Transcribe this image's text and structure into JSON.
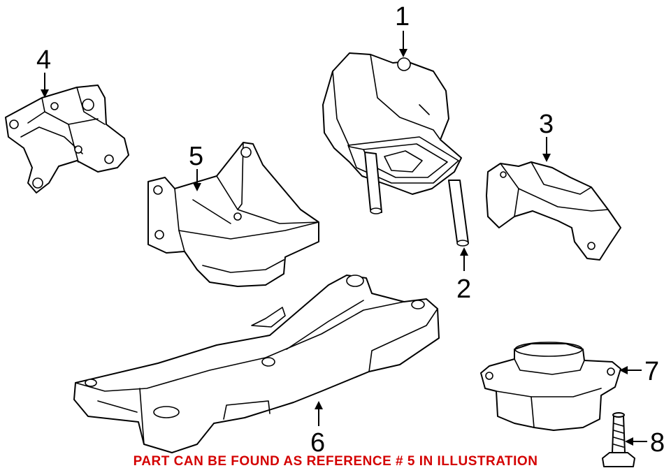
{
  "callouts": {
    "c1": "1",
    "c2": "2",
    "c3": "3",
    "c4": "4",
    "c5": "5",
    "c6": "6",
    "c7": "7",
    "c8": "8"
  },
  "footnote": {
    "text": "PART CAN BE FOUND AS REFERENCE # 5 IN ILLUSTRATION",
    "color": "#d40000"
  }
}
